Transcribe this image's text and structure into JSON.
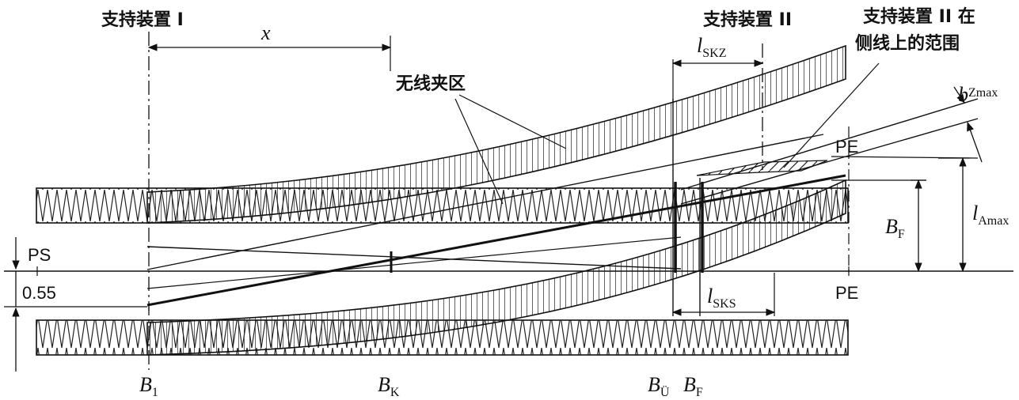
{
  "labels": {
    "support1": "支持装置 I",
    "support2": "支持装置 II",
    "support2_range_line1": "支持装置 II 在",
    "support2_range_line2": "侧线上的范围",
    "no_clamp_zone": "无线夹区",
    "x": "x",
    "PS": "PS",
    "v055": "0.55",
    "PE_top": "PE",
    "PE_bottom": "PE"
  },
  "dims": {
    "l_skz": {
      "main": "l",
      "sub": "SKZ"
    },
    "l_sks": {
      "main": "l",
      "sub": "SKS"
    },
    "b_zmax": {
      "main": "b",
      "sub": "Zmax"
    },
    "b_f": {
      "main": "B",
      "sub": "F"
    },
    "l_amax": {
      "main": "l",
      "sub": "Amax"
    }
  },
  "points": {
    "b1": {
      "main": "B",
      "sub": "1"
    },
    "bk": {
      "main": "B",
      "sub": "K"
    },
    "bu": {
      "main": "B",
      "sub": "Ü"
    },
    "bf": {
      "main": "B",
      "sub": "F"
    }
  }
}
